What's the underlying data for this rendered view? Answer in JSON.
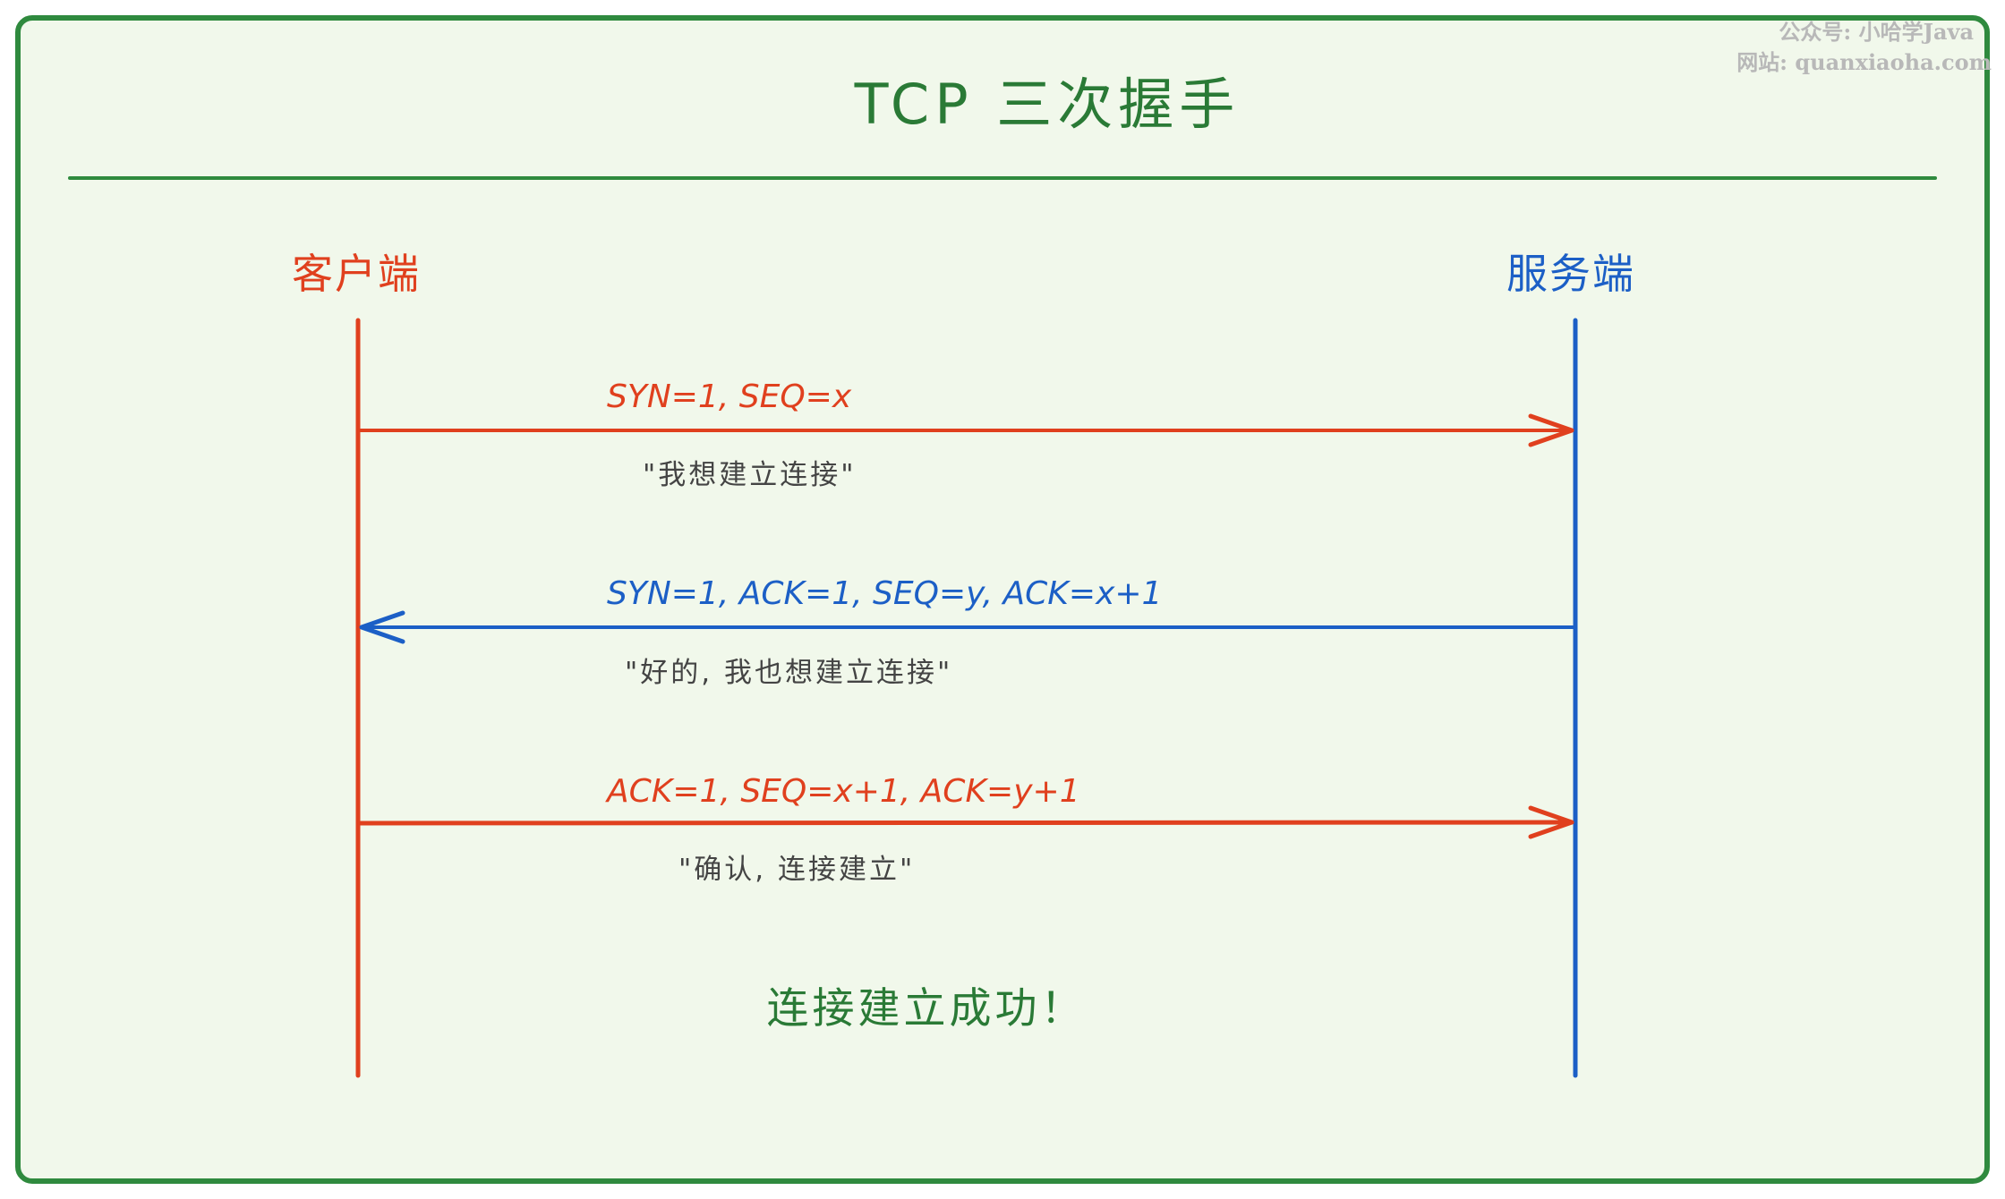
{
  "diagram": {
    "title": "TCP 三次握手",
    "watermark": {
      "line1": "公众号: 小哈学Java",
      "line2": "网站: quanxiaoha.com"
    },
    "client": {
      "label": "客户端"
    },
    "server": {
      "label": "服务端"
    },
    "messages": [
      {
        "direction": "client-to-server",
        "label": "SYN=1, SEQ=x",
        "note": "\"我想建立连接\""
      },
      {
        "direction": "server-to-client",
        "label": "SYN=1, ACK=1, SEQ=y, ACK=x+1",
        "note": "\"好的, 我也想建立连接\""
      },
      {
        "direction": "client-to-server",
        "label": "ACK=1, SEQ=x+1, ACK=y+1",
        "note": "\"确认, 连接建立\""
      }
    ],
    "result": "连接建立成功！",
    "colors": {
      "background": "#f1f8eb",
      "frame": "#2f8a3e",
      "title": "#2a7a36",
      "client": "#e0401e",
      "server": "#1c5fc6",
      "note": "#444444",
      "result": "#2a7a36",
      "watermark": "#b8b8b8"
    }
  }
}
